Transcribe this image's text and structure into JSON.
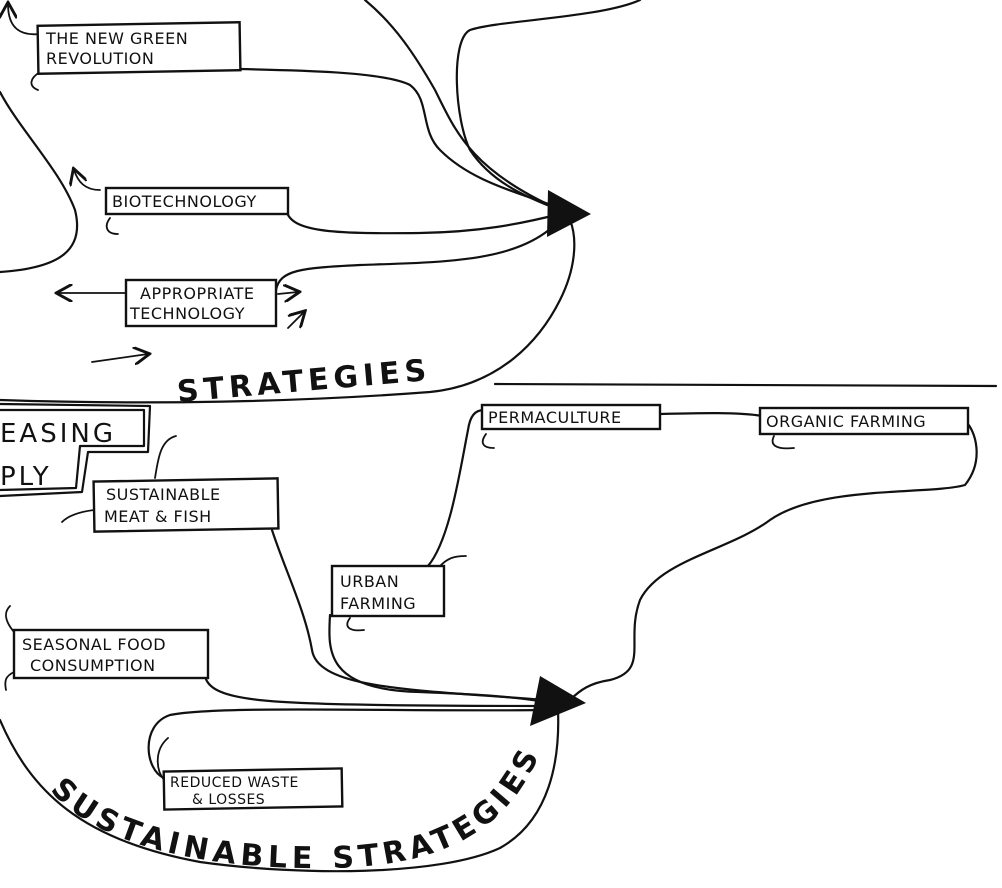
{
  "nodes": {
    "new_green_revolution": [
      "THE NEW GREEN",
      "REVOLUTION"
    ],
    "biotechnology": [
      "BIOTECHNOLOGY"
    ],
    "appropriate_technology": [
      "APPROPRIATE",
      "TECHNOLOGY"
    ],
    "sustainable_meat_fish": [
      "SUSTAINABLE",
      "MEAT & FISH"
    ],
    "permaculture": [
      "PERMACULTURE"
    ],
    "organic_farming": [
      "ORGANIC FARMING"
    ],
    "urban_farming": [
      "URBAN",
      "FARMING"
    ],
    "seasonal_food": [
      "SEASONAL FOOD",
      "CONSUMPTION"
    ],
    "reduced_waste": [
      "REDUCED WASTE",
      "& LOSSES"
    ]
  },
  "headings": {
    "strategies": "STRATEGIES",
    "sustainable_strategies": "SUSTAINABLE STRATEGIES"
  },
  "fragments": {
    "line1": "EASING",
    "line2": "PLY"
  },
  "colors": {
    "ink": "#111111",
    "paper": "#ffffff"
  }
}
